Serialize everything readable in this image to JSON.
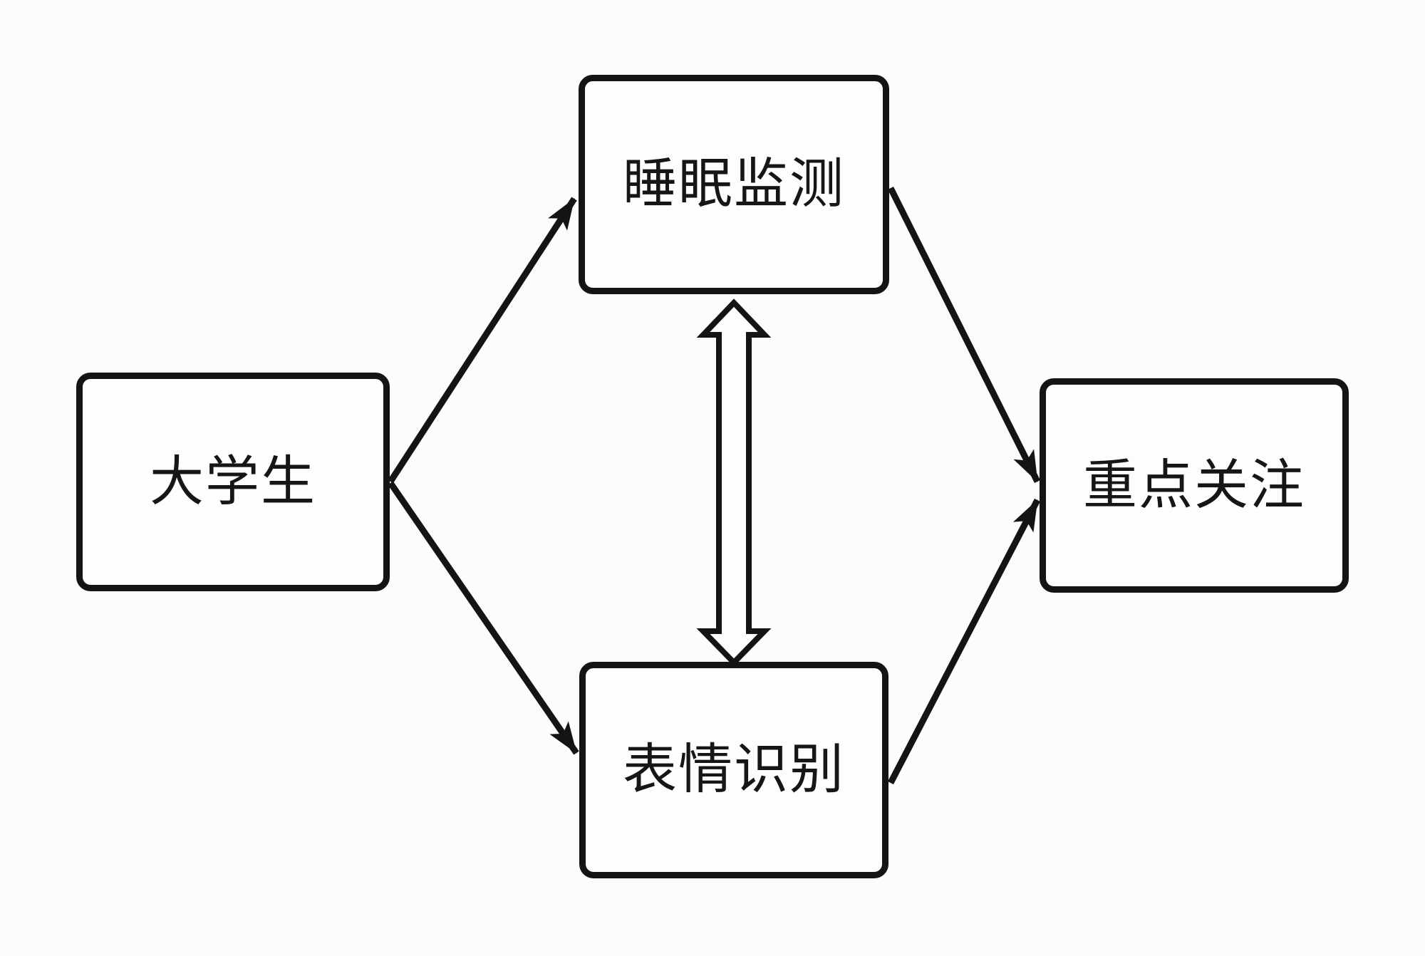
{
  "diagram": {
    "title": "",
    "colors": {
      "bg": "#fcfcfb",
      "stroke": "#141414",
      "node-fill": "#fdfdfd",
      "text": "#161616"
    },
    "nodes": {
      "student": {
        "label": "大学生"
      },
      "sleep": {
        "label": "睡眠监测"
      },
      "expression": {
        "label": "表情识别"
      },
      "focus": {
        "label": "重点关注"
      }
    },
    "edges": [
      {
        "from": "student",
        "to": "sleep",
        "type": "solid-arrow",
        "direction": "one-way"
      },
      {
        "from": "student",
        "to": "expression",
        "type": "solid-arrow",
        "direction": "one-way"
      },
      {
        "from": "sleep",
        "to": "focus",
        "type": "solid-arrow",
        "direction": "one-way"
      },
      {
        "from": "expression",
        "to": "focus",
        "type": "solid-arrow",
        "direction": "one-way"
      },
      {
        "from": "sleep",
        "to": "expression",
        "type": "hollow-double-arrow",
        "direction": "two-way"
      }
    ]
  }
}
